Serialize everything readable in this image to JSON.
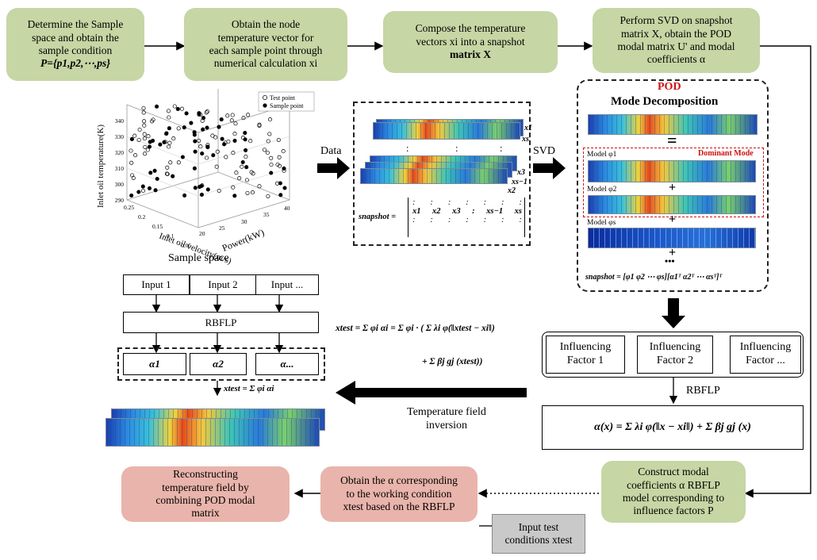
{
  "steps": {
    "s1": [
      "Determine the Sample",
      "space and obtain the",
      "sample condition",
      "P={p1,p2,⋯,ps}"
    ],
    "s2": [
      "Obtain the node",
      "temperature vector for",
      "each sample point through",
      "numerical calculation xi"
    ],
    "s3": [
      "Compose the temperature",
      "vectors xi into a snapshot",
      "matrix X"
    ],
    "s4": [
      "Perform SVD on snapshot",
      "matrix X, obtain the POD",
      "modal matrix U' and modal",
      "coefficients α"
    ],
    "s5": [
      "Construct modal",
      "coefficients α RBFLP",
      "model corresponding to",
      "influence factors P"
    ],
    "s6": [
      "Obtain the α corresponding",
      "to the working condition",
      "xtest based on the RBFLP"
    ],
    "s7": [
      "Reconstructing",
      "temperature field by",
      "combining POD modal",
      "matrix"
    ],
    "s8": [
      "Input test",
      "conditions xtest"
    ]
  },
  "scatter": {
    "legend_test": "Test point",
    "legend_sample": "Sample point",
    "zlabel": "Inlet oil temperature(K)",
    "xlabel": "Power(kW)",
    "ylabel": "Inlet oil velocity(m/s)",
    "caption": "Sample space",
    "zticks": [
      "290",
      "300",
      "310",
      "320",
      "330",
      "340"
    ],
    "xticks": [
      "20",
      "25",
      "30",
      "35",
      "40"
    ],
    "yticks": [
      "0.05",
      "0.1",
      "0.15",
      "0.2",
      "0.25"
    ]
  },
  "snapshot": {
    "data_label": "Data",
    "svd_label": "SVD",
    "dots": ":",
    "eq_prefix": "snapshot =",
    "row_dots": [
      ":",
      ":",
      ":",
      ":",
      ":",
      ":",
      ":",
      ":"
    ],
    "row_vars": [
      "x1",
      "x2",
      "x3",
      "",
      "",
      "xs−1",
      "xs"
    ],
    "side_labels": [
      "xs",
      "xs−1",
      "x3",
      "x2",
      "x1"
    ]
  },
  "pod": {
    "title": "POD",
    "subtitle": "Mode Decomposition",
    "equals": "=",
    "dominant": "Dominant Mode",
    "modes": [
      "Model φ1",
      "Model φ2",
      "Model φs"
    ],
    "plus": "+",
    "ellipsis": "•••",
    "eq": "snapshot = [φ1  φ2  ⋯  φs][α1ᵀ  α2ᵀ  ⋯  αsᵀ]ᵀ"
  },
  "rbflp_left": {
    "inputs": [
      "Input 1",
      "Input 2",
      "Input ..."
    ],
    "label": "RBFLP",
    "alphas": [
      "α1",
      "α2",
      "α..."
    ],
    "xtest_eq": "xtest = Σ φi αi"
  },
  "center_eq": {
    "line1": "xtest = Σ φi αi = Σ φi · ( Σ λi φ(‖xtest − xi‖)",
    "line2": "+ Σ βj gj (xtest))"
  },
  "inversion": [
    "Temperature field",
    "inversion"
  ],
  "factors": {
    "items": [
      [
        "Influencing",
        "Factor 1"
      ],
      [
        "Influencing",
        "Factor 2"
      ],
      [
        "Influencing",
        "Factor ..."
      ]
    ],
    "rbflp": "RBFLP",
    "alpha_eq": "α(x) = Σ λi φ(‖x − xi‖) + Σ βj gj (x)"
  }
}
